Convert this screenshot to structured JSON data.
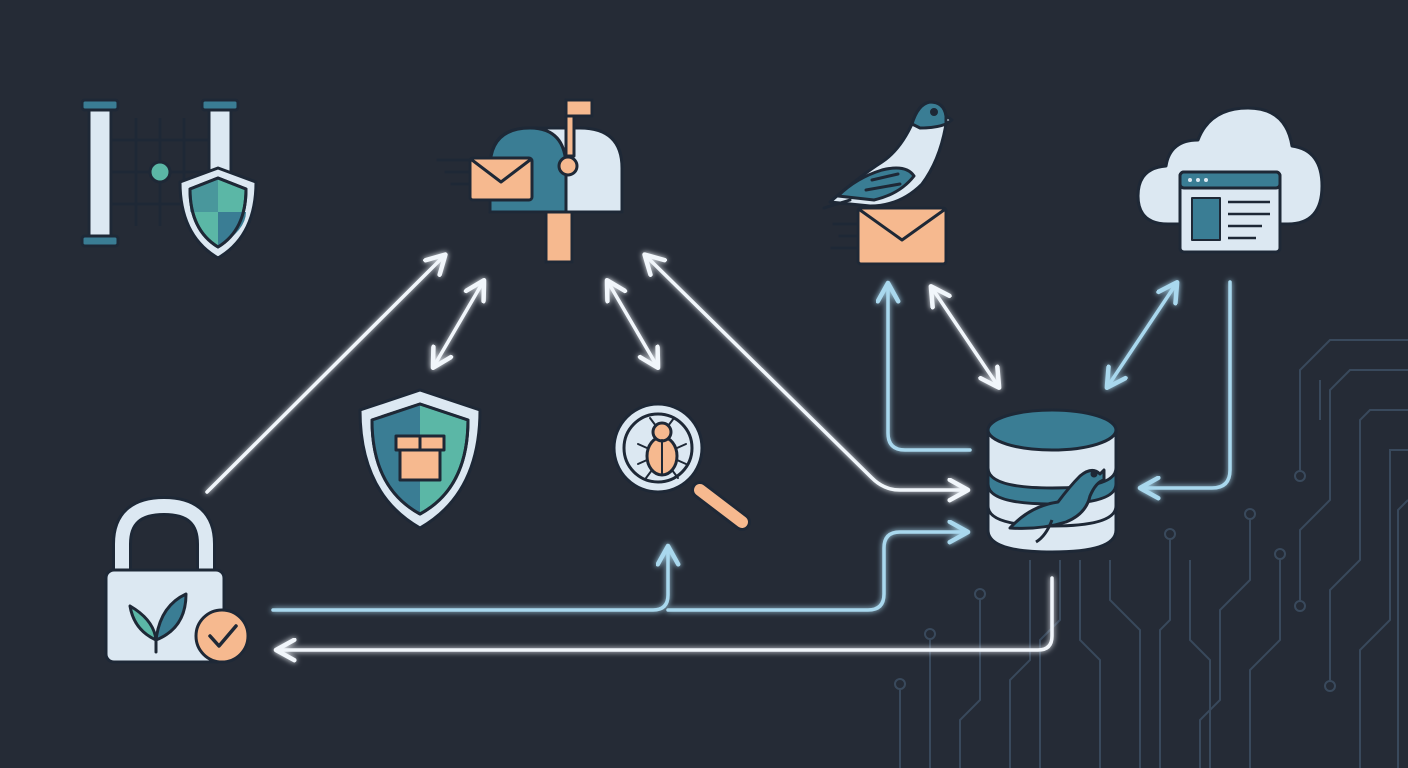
{
  "colors": {
    "background": "#252b36",
    "outline": "#1e2836",
    "panel": "#dce8f2",
    "teal": "#3a7d94",
    "green": "#5bb7a6",
    "peach": "#f6b98f",
    "arrow_white": "#f1f6fb",
    "arrow_blue": "#a9d8ee",
    "circuit": "#3d4f63"
  },
  "nodes": [
    {
      "id": "firewall",
      "icon": "firewall-gate-shield-icon"
    },
    {
      "id": "mail-server",
      "icon": "mailbox-envelope-icon"
    },
    {
      "id": "relay",
      "icon": "pigeon-envelope-icon"
    },
    {
      "id": "webmail",
      "icon": "cloud-browser-icon"
    },
    {
      "id": "package-security",
      "icon": "shield-package-icon"
    },
    {
      "id": "malware-scanner",
      "icon": "magnifier-bug-icon"
    },
    {
      "id": "database",
      "icon": "database-seal-icon"
    },
    {
      "id": "certificates",
      "icon": "padlock-leaf-check-icon"
    }
  ]
}
